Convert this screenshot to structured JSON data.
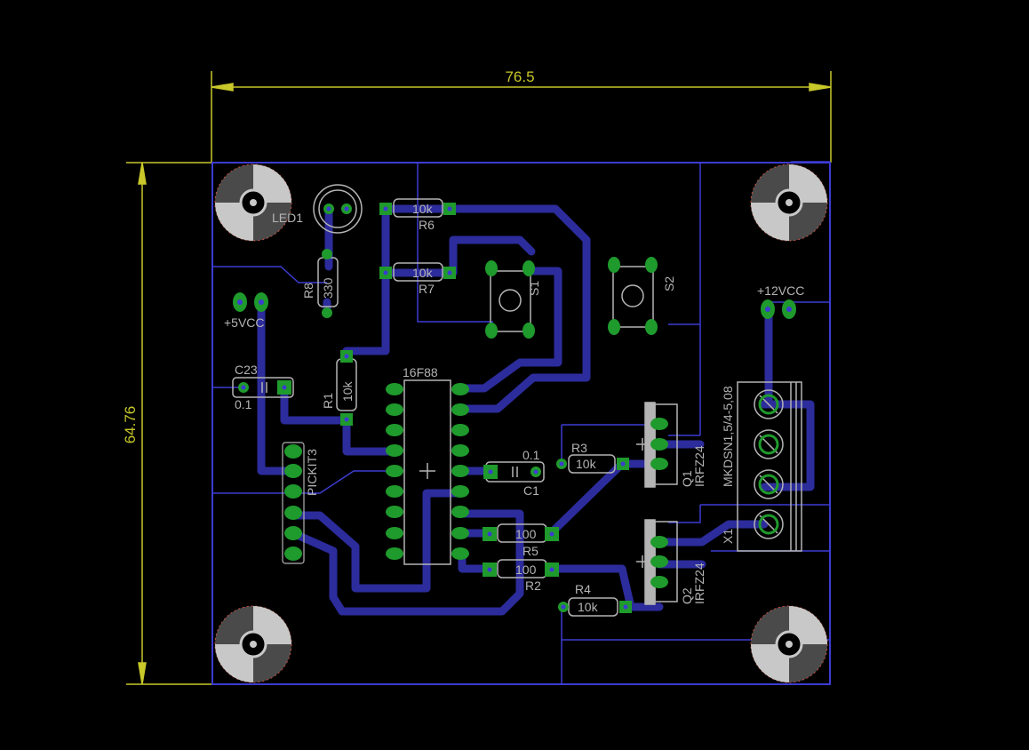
{
  "dimensions": {
    "width": "76.5",
    "height": "64.76"
  },
  "labels": {
    "led1": "LED1",
    "r6": "R6",
    "r6_value": "10k",
    "r7": "R7",
    "r7_value": "10k",
    "r8": "R8",
    "r8_value": "330",
    "s1": "S1",
    "s2": "S2",
    "vcc5": "+5VCC",
    "vcc12": "+12VCC",
    "c23": "C23",
    "c23_value": "0.1",
    "r1": "R1",
    "r1_value": "10k",
    "ic": "16F88",
    "c1": "C1",
    "c1_value": "0.1",
    "r3": "R3",
    "r3_value": "10k",
    "q1": "Q1",
    "q1_value": "IRFZ24",
    "q2": "Q2",
    "q2_value": "IRFZ24",
    "pickit": "PICKIT3",
    "r5": "R5",
    "r5_value": "100",
    "r2": "R2",
    "r2_value": "100",
    "r4": "R4",
    "r4_value": "10k",
    "x1_value": "MKDSN1,5/4-5,08",
    "x1": "X1"
  },
  "colors": {
    "background": "#000000",
    "outline": "#3c3cd2",
    "trace": "#2c2c9c",
    "pad": "#1f9a2c",
    "silk": "#b4b4b4",
    "dimension": "#c8c82a",
    "hole_ring": "#c8503c"
  }
}
